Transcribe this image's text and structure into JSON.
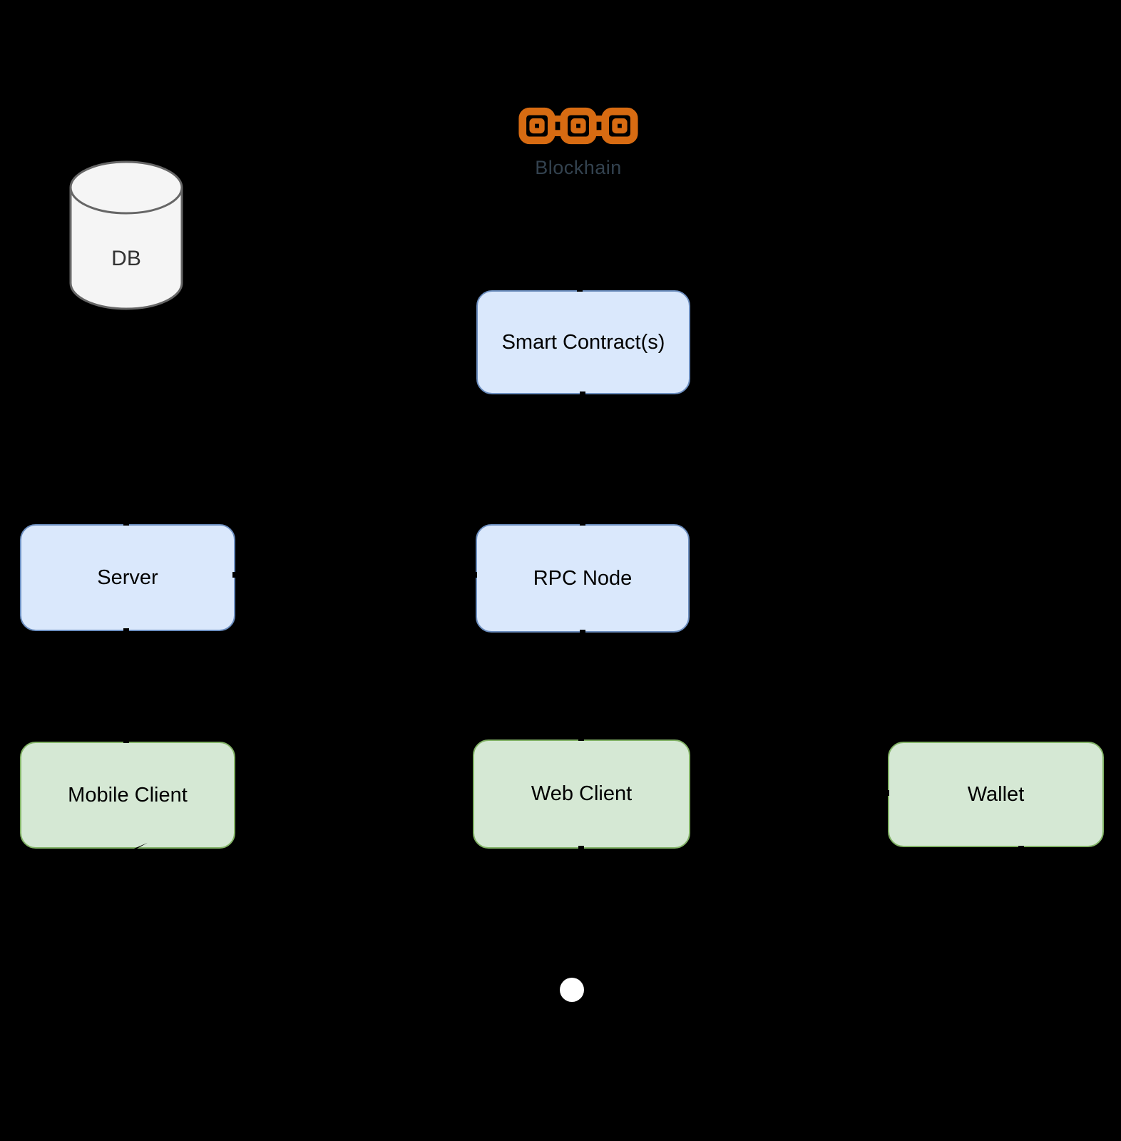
{
  "diagram": {
    "background": "#000000",
    "blockchain": {
      "icon": "blockchain-chain-icon",
      "icon_color": "#D76B12",
      "label": "Blockhain",
      "label_color": "#33424F"
    },
    "nodes": {
      "db": {
        "label": "DB",
        "shape": "cylinder",
        "fill": "#F5F5F5",
        "stroke": "#666666"
      },
      "smart_contracts": {
        "label": "Smart Contract(s)",
        "shape": "rounded-rect",
        "fill": "#DAE8FC",
        "stroke": "#6C8EBF"
      },
      "server": {
        "label": "Server",
        "shape": "rounded-rect",
        "fill": "#DAE8FC",
        "stroke": "#6C8EBF"
      },
      "rpc_node": {
        "label": "RPC Node",
        "shape": "rounded-rect",
        "fill": "#DAE8FC",
        "stroke": "#6C8EBF"
      },
      "mobile_client": {
        "label": "Mobile Client",
        "shape": "rounded-rect",
        "fill": "#D5E8D4",
        "stroke": "#82B366"
      },
      "web_client": {
        "label": "Web Client",
        "shape": "rounded-rect",
        "fill": "#D5E8D4",
        "stroke": "#82B366"
      },
      "wallet": {
        "label": "Wallet",
        "shape": "rounded-rect",
        "fill": "#D5E8D4",
        "stroke": "#82B366"
      }
    },
    "markers": {
      "white_dot": "white-circle-marker",
      "mobile_client_arrow": "black-arrowhead"
    }
  }
}
